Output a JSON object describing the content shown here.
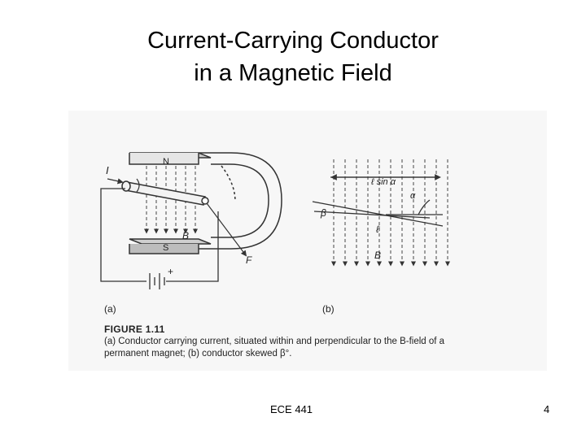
{
  "slide": {
    "title_line1": "Current-Carrying Conductor",
    "title_line2": "in a Magnetic Field",
    "footer": "ECE 441",
    "page_number": "4"
  },
  "figure": {
    "label": "FIGURE 1.11",
    "caption_line1": "(a) Conductor carrying current, situated within and perpendicular to the B-field of a",
    "caption_line2": "permanent magnet; (b) conductor skewed β°.",
    "panel_a": {
      "label": "(a)",
      "current_label": "I",
      "north_label": "N",
      "south_label": "S",
      "field_label": "B",
      "force_label": "F",
      "battery_plus": "+"
    },
    "panel_b": {
      "label": "(b)",
      "projection_label": "ℓ sin α",
      "angle_label": "α",
      "beta_label": "β",
      "length_label": "ℓ",
      "field_label": "B"
    }
  }
}
